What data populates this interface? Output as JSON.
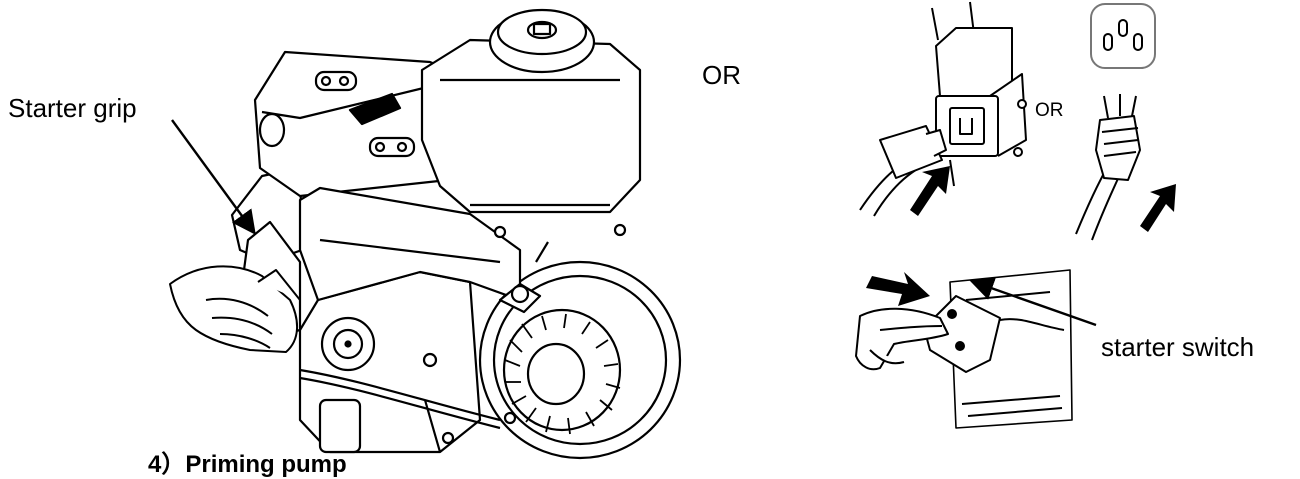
{
  "labels": {
    "starter_grip": "Starter grip",
    "or_main": "OR",
    "or_small": "OR",
    "starter_switch": "starter switch",
    "section_heading": "4）Priming pump"
  },
  "colors": {
    "ink": "#000000",
    "paper": "#ffffff",
    "shade": "#d8d8d8"
  },
  "icons": [
    "engine-illustration",
    "connector-plug-illustration",
    "mains-socket-icon",
    "power-plug-illustration",
    "hand-pressing-switch-illustration",
    "pointer-arrow"
  ]
}
